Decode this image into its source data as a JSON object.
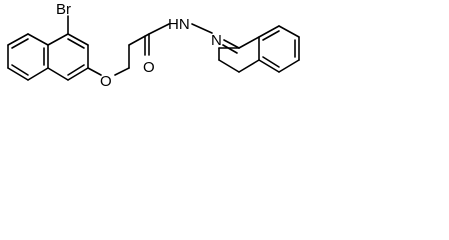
{
  "molecule": {
    "atoms": {
      "bromine": "Br",
      "ether_oxygen": "O",
      "carbonyl_oxygen": "O",
      "hydrazide_nh": "HN",
      "imine_nitrogen": "N"
    }
  }
}
